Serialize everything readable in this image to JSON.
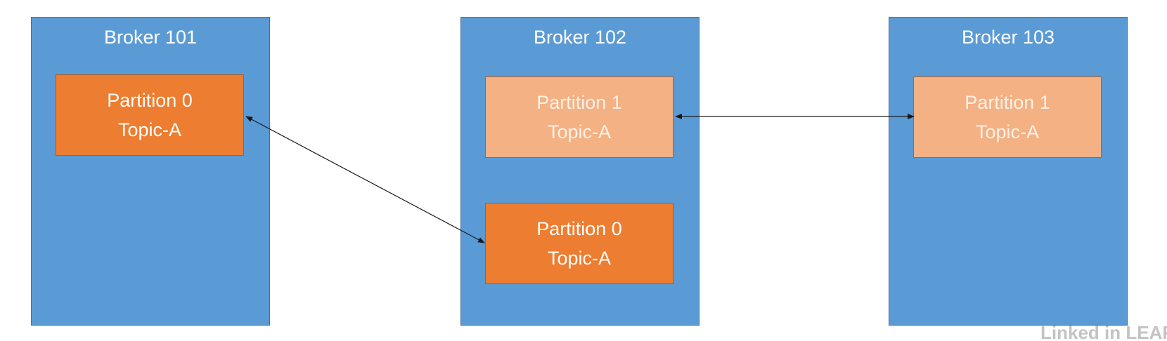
{
  "diagram": {
    "brokers": [
      {
        "title": "Broker 101",
        "partitions": [
          {
            "line1": "Partition 0",
            "line2": "Topic-A",
            "role": "leader"
          }
        ]
      },
      {
        "title": "Broker 102",
        "partitions": [
          {
            "line1": "Partition 1",
            "line2": "Topic-A",
            "role": "follower"
          },
          {
            "line1": "Partition 0",
            "line2": "Topic-A",
            "role": "leader"
          }
        ]
      },
      {
        "title": "Broker 103",
        "partitions": [
          {
            "line1": "Partition 1",
            "line2": "Topic-A",
            "role": "follower"
          }
        ]
      }
    ],
    "links": [
      {
        "from": "Broker 101 / Partition 0",
        "to": "Broker 102 / Partition 0",
        "direction": "both"
      },
      {
        "from": "Broker 102 / Partition 1",
        "to": "Broker 103 / Partition 1",
        "direction": "both"
      }
    ],
    "colors": {
      "broker_fill": "#5b9bd5",
      "leader_fill": "#ed7d31",
      "follower_fill": "#f4b183",
      "link_stroke": "#1a1a1a"
    }
  },
  "watermark": {
    "text": "Linked in LEARNING"
  }
}
